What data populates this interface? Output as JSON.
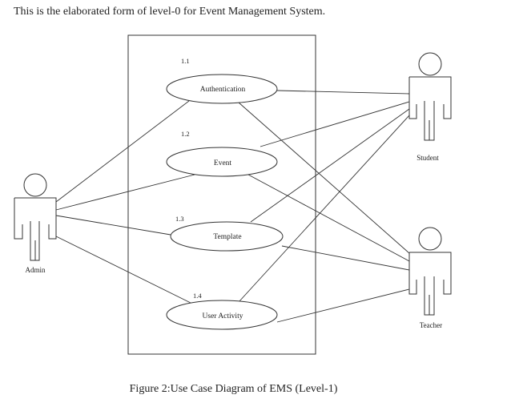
{
  "header_text": "This is the elaborated form of level-0 for Event Management System.",
  "caption": "Figure 2:Use Case Diagram of EMS (Level-1)",
  "use_cases": [
    {
      "number": "1.1",
      "label": "Authentication"
    },
    {
      "number": "1.2",
      "label": "Event"
    },
    {
      "number": "1.3",
      "label": "Template"
    },
    {
      "number": "1.4",
      "label": "User Activity"
    }
  ],
  "actors": {
    "admin": "Admin",
    "student": "Student",
    "teacher": "Teacher"
  }
}
